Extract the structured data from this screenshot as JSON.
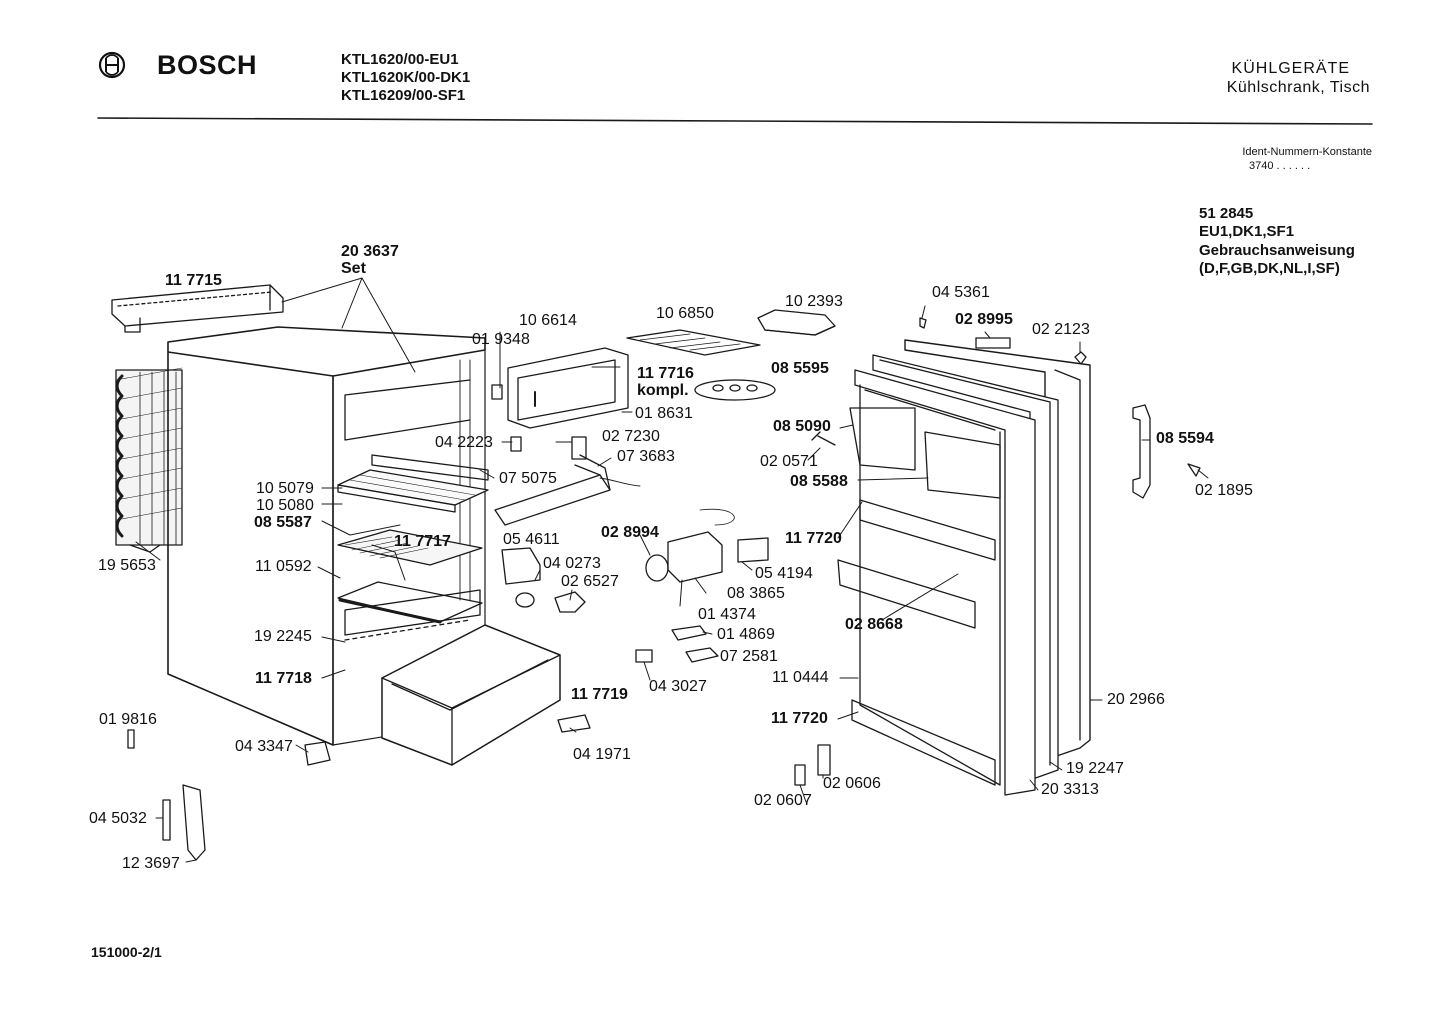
{
  "header": {
    "brand": "BOSCH",
    "models": [
      "KTL1620/00-EU1",
      "KTL1620K/00-DK1",
      "KTL16209/00-SF1"
    ],
    "category": "KÜHLGERÄTE",
    "subcategory": "Kühlschrank, Tisch"
  },
  "ident": {
    "label": "Ident-Nummern-Konstante",
    "value": "3740  . .  . . . ."
  },
  "manual": {
    "number": "51 2845",
    "variants": "EU1,DK1,SF1",
    "title": "Gebrauchsanweisung",
    "languages": "(D,F,GB,DK,NL,I,SF)"
  },
  "footer": {
    "sheet": "151000-2/1"
  },
  "parts": [
    "20 3637",
    "Set",
    "11 7715",
    "19 5653",
    "10 6614",
    "01 9348",
    "10 6850",
    "10 2393",
    "11 7716",
    "kompl.",
    "08 5595",
    "01 8631",
    "04 2223",
    "02 7230",
    "07 5075",
    "07 3683",
    "10 5079",
    "10 5080",
    "08 5587",
    "11 7717",
    "11 0592",
    "05 4611",
    "04 0273",
    "02 6527",
    "02 8994",
    "08 3865",
    "05 4194",
    "01 4374",
    "01 4869",
    "07 2581",
    "19 2245",
    "11 7718",
    "11 7719",
    "04 3027",
    "04 1971",
    "01 9816",
    "04 3347",
    "04 5032",
    "12 3697",
    "04 5361",
    "02 8995",
    "02 2123",
    "08 5090",
    "02 0571",
    "08 5588",
    "08 5594",
    "02 1895",
    "11 7720",
    "02 8668",
    "11 0444",
    "11 7720",
    "20 2966",
    "02 0607",
    "02 0606",
    "19 2247",
    "20 3313"
  ]
}
